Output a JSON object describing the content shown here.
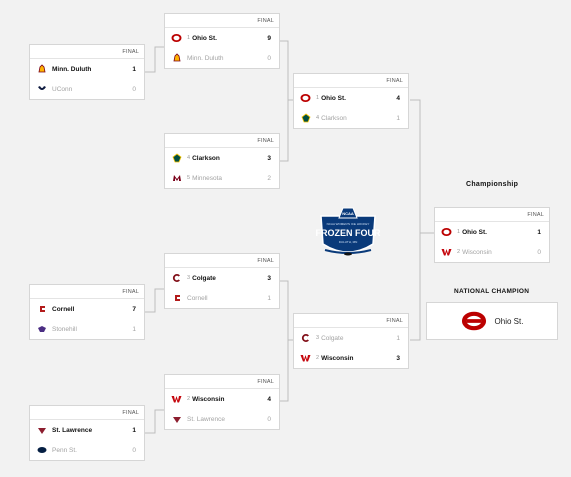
{
  "status_label": "FINAL",
  "logo_text": {
    "top": "NCAA WOMEN'S ICE HOCKEY",
    "main": "FROZEN FOUR",
    "city": "DULUTH, MN"
  },
  "regionals": [
    {
      "id": "r1",
      "teams": [
        {
          "seed": "",
          "name": "Minn. Duluth",
          "score": "1",
          "result": "win",
          "logo": "duluth-logo"
        },
        {
          "seed": "",
          "name": "UConn",
          "score": "0",
          "result": "lose",
          "logo": "uconn-logo"
        }
      ]
    },
    {
      "id": "r2",
      "teams": [
        {
          "seed": "",
          "name": "Cornell",
          "score": "7",
          "result": "win",
          "logo": "cornell-logo"
        },
        {
          "seed": "",
          "name": "Stonehill",
          "score": "1",
          "result": "lose",
          "logo": "stonehill-logo"
        }
      ]
    },
    {
      "id": "r3",
      "teams": [
        {
          "seed": "",
          "name": "St. Lawrence",
          "score": "1",
          "result": "win",
          "logo": "stlawrence-logo"
        },
        {
          "seed": "",
          "name": "Penn St.",
          "score": "0",
          "result": "lose",
          "logo": "pennst-logo"
        }
      ]
    }
  ],
  "quarterfinals": [
    {
      "id": "q1",
      "teams": [
        {
          "seed": "1",
          "name": "Ohio St.",
          "score": "9",
          "result": "win",
          "logo": "ohiost-logo"
        },
        {
          "seed": "",
          "name": "Minn. Duluth",
          "score": "0",
          "result": "lose",
          "logo": "duluth-logo"
        }
      ]
    },
    {
      "id": "q2",
      "teams": [
        {
          "seed": "4",
          "name": "Clarkson",
          "score": "3",
          "result": "win",
          "logo": "clarkson-logo"
        },
        {
          "seed": "5",
          "name": "Minnesota",
          "score": "2",
          "result": "lose",
          "logo": "minnesota-logo"
        }
      ]
    },
    {
      "id": "q3",
      "teams": [
        {
          "seed": "3",
          "name": "Colgate",
          "score": "3",
          "result": "win",
          "logo": "colgate-logo"
        },
        {
          "seed": "",
          "name": "Cornell",
          "score": "1",
          "result": "lose",
          "logo": "cornell-logo"
        }
      ]
    },
    {
      "id": "q4",
      "teams": [
        {
          "seed": "2",
          "name": "Wisconsin",
          "score": "4",
          "result": "win",
          "logo": "wisconsin-logo"
        },
        {
          "seed": "",
          "name": "St. Lawrence",
          "score": "0",
          "result": "lose",
          "logo": "stlawrence-logo"
        }
      ]
    }
  ],
  "semifinals": [
    {
      "id": "s1",
      "teams": [
        {
          "seed": "1",
          "name": "Ohio St.",
          "score": "4",
          "result": "win",
          "logo": "ohiost-logo"
        },
        {
          "seed": "4",
          "name": "Clarkson",
          "score": "1",
          "result": "lose",
          "logo": "clarkson-logo"
        }
      ]
    },
    {
      "id": "s2",
      "teams": [
        {
          "seed": "3",
          "name": "Colgate",
          "score": "1",
          "result": "lose",
          "logo": "colgate-logo"
        },
        {
          "seed": "2",
          "name": "Wisconsin",
          "score": "3",
          "result": "win",
          "logo": "wisconsin-logo"
        }
      ]
    }
  ],
  "championship": {
    "label": "Championship",
    "game": {
      "id": "f1",
      "teams": [
        {
          "seed": "1",
          "name": "Ohio St.",
          "score": "1",
          "result": "win",
          "logo": "ohiost-logo"
        },
        {
          "seed": "2",
          "name": "Wisconsin",
          "score": "0",
          "result": "lose",
          "logo": "wisconsin-logo"
        }
      ]
    }
  },
  "national_champion": {
    "label": "NATIONAL CHAMPION",
    "name": "Ohio St.",
    "logo": "ohiost-logo"
  },
  "colors": {
    "ohio_red": "#bb0000",
    "wisconsin_red": "#c5050c",
    "cornell_red": "#b31b1b",
    "colgate_maroon": "#821019",
    "clarkson_green": "#004e42",
    "clarkson_gold": "#f4c300",
    "minnesota_maroon": "#7a0019",
    "duluth_gold": "#ffb300",
    "uconn_navy": "#0e1a3f",
    "pennst_navy": "#041e42",
    "frozen_blue": "#0a3a7a"
  }
}
